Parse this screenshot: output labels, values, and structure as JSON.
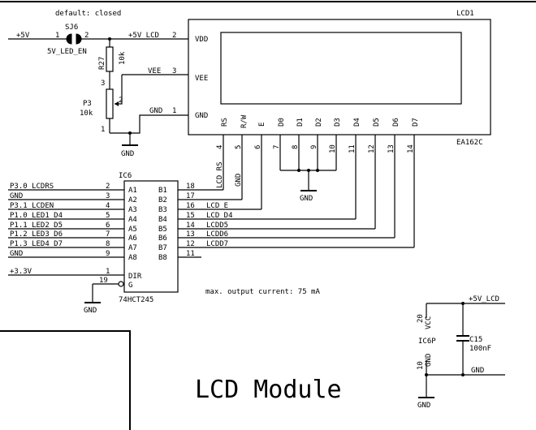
{
  "sj6": {
    "note": "default: closed",
    "ref": "SJ6",
    "value": "5V_LED_EN",
    "net_in": "+5V",
    "net_out": "+5V_LCD",
    "pin1": "1",
    "pin2": "2"
  },
  "r27": {
    "ref": "R27",
    "value": "10k"
  },
  "p3": {
    "ref": "P3",
    "value": "10k",
    "pins": [
      "3",
      "2",
      "1"
    ]
  },
  "lcd": {
    "ref": "LCD1",
    "part": "EA162C",
    "left_pins": [
      {
        "name": "VDD",
        "num": "2",
        "net": "+5V_LCD"
      },
      {
        "name": "VEE",
        "num": "3",
        "net": "VEE"
      },
      {
        "name": "GND",
        "num": "1",
        "net": "GND"
      }
    ],
    "bottom_pins": [
      {
        "name": "RS",
        "num": "4"
      },
      {
        "name": "R/W",
        "num": "5"
      },
      {
        "name": "E",
        "num": "6"
      },
      {
        "name": "D0",
        "num": "7"
      },
      {
        "name": "D1",
        "num": "8"
      },
      {
        "name": "D2",
        "num": "9"
      },
      {
        "name": "D3",
        "num": "10"
      },
      {
        "name": "D4",
        "num": "11"
      },
      {
        "name": "D5",
        "num": "12"
      },
      {
        "name": "D6",
        "num": "13"
      },
      {
        "name": "D7",
        "num": "14"
      }
    ],
    "bottom_labels": [
      "LCD_RS",
      "GND"
    ]
  },
  "ic6": {
    "ref": "IC6",
    "part": "74HCT245",
    "left_pins": [
      {
        "name": "A1",
        "num": "2",
        "net": "P3.0_LCDRS"
      },
      {
        "name": "A2",
        "num": "3",
        "net": "GND"
      },
      {
        "name": "A3",
        "num": "4",
        "net": "P3.1_LCDEN"
      },
      {
        "name": "A4",
        "num": "5",
        "net": "P1.0_LED1_D4"
      },
      {
        "name": "A5",
        "num": "6",
        "net": "P1.1_LED2_D5"
      },
      {
        "name": "A6",
        "num": "7",
        "net": "P1.2_LED3_D6"
      },
      {
        "name": "A7",
        "num": "8",
        "net": "P1.3_LED4_D7"
      },
      {
        "name": "A8",
        "num": "9",
        "net": "GND"
      }
    ],
    "right_pins": [
      {
        "name": "B1",
        "num": "18",
        "net": ""
      },
      {
        "name": "B2",
        "num": "17",
        "net": ""
      },
      {
        "name": "B3",
        "num": "16",
        "net": "LCD_E"
      },
      {
        "name": "B4",
        "num": "15",
        "net": "LCD_D4"
      },
      {
        "name": "B5",
        "num": "14",
        "net": "LCDD5"
      },
      {
        "name": "B6",
        "num": "13",
        "net": "LCDD6"
      },
      {
        "name": "B7",
        "num": "12",
        "net": "LCDD7"
      },
      {
        "name": "B8",
        "num": "11",
        "net": ""
      }
    ],
    "dir": {
      "name": "DIR",
      "num": "1",
      "net": "+3.3V"
    },
    "g": {
      "name": "G",
      "num": "19"
    }
  },
  "gnd_label": "GND",
  "note_output": "max. output current: 75 mA",
  "power": {
    "ref": "IC6P",
    "vcc_name": "VCC",
    "vcc_num": "20",
    "gnd_name": "GND",
    "gnd_num": "10",
    "net_top": "+5V_LCD",
    "net_bottom": "GND",
    "cap_ref": "C15",
    "cap_value": "100nF"
  },
  "title": "LCD Module"
}
